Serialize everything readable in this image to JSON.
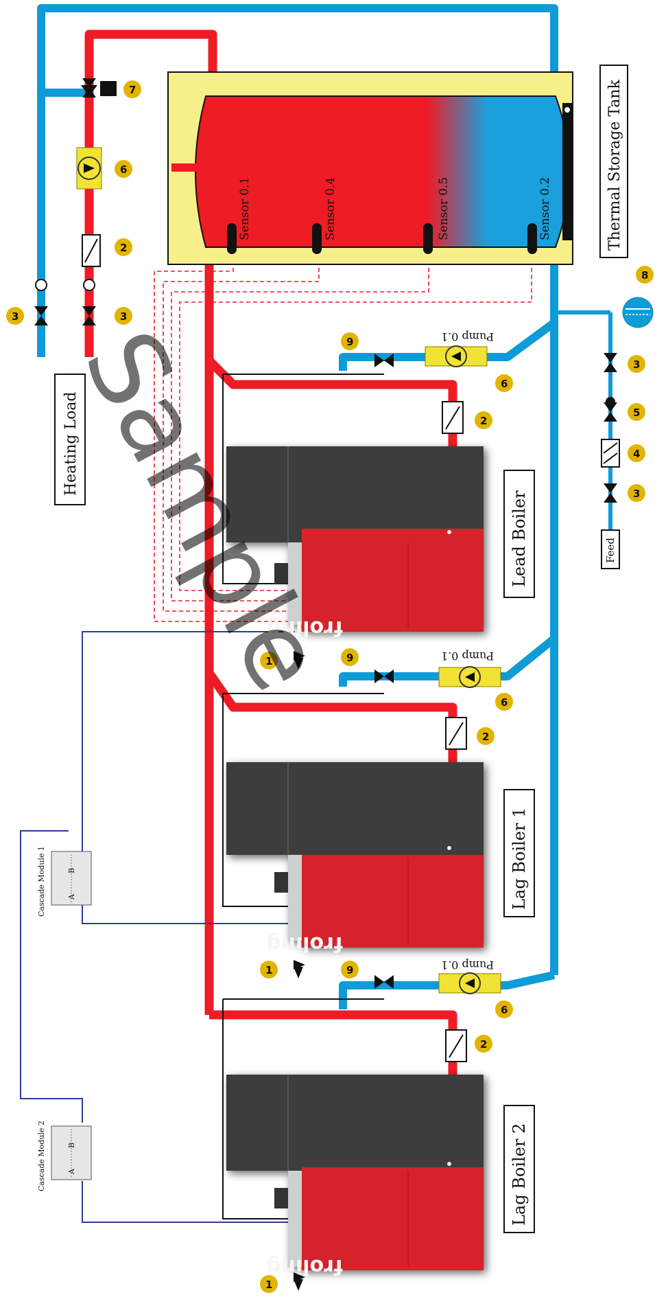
{
  "tank": {
    "label": "Thermal Storage Tank",
    "sensors": [
      "Sensor 0.1",
      "Sensor 0.4",
      "Sensor 0.5",
      "Sensor 0.2"
    ]
  },
  "heating_load": {
    "label": "Heating Load"
  },
  "feed": {
    "label": "Feed"
  },
  "boilers": [
    {
      "label": "Lead Boiler",
      "brand": "froling"
    },
    {
      "label": "Lag Boiler 1",
      "brand": "froling"
    },
    {
      "label": "Lag Boiler 2",
      "brand": "froling"
    }
  ],
  "pumps": [
    "Pump 0.1",
    "Pump 0.1",
    "Pump 0.1"
  ],
  "cascade_modules": [
    {
      "label": "Cascade Module 1",
      "port_a": "A",
      "port_b": "B"
    },
    {
      "label": "Cascade Module 2",
      "port_a": "A",
      "port_b": "B"
    }
  ],
  "callouts": {
    "n1": "1",
    "n2": "2",
    "n3": "3",
    "n4": "4",
    "n5": "5",
    "n6": "6",
    "n7": "7",
    "n8": "8",
    "n9": "9"
  },
  "watermark": "Sample",
  "colors": {
    "hot": "#ee1c25",
    "cold": "#0f9bd7",
    "tank_shell": "#f7ef8a",
    "boiler_red": "#d6202a",
    "boiler_dark": "#3c3c3c",
    "callout": "#e2b400"
  }
}
